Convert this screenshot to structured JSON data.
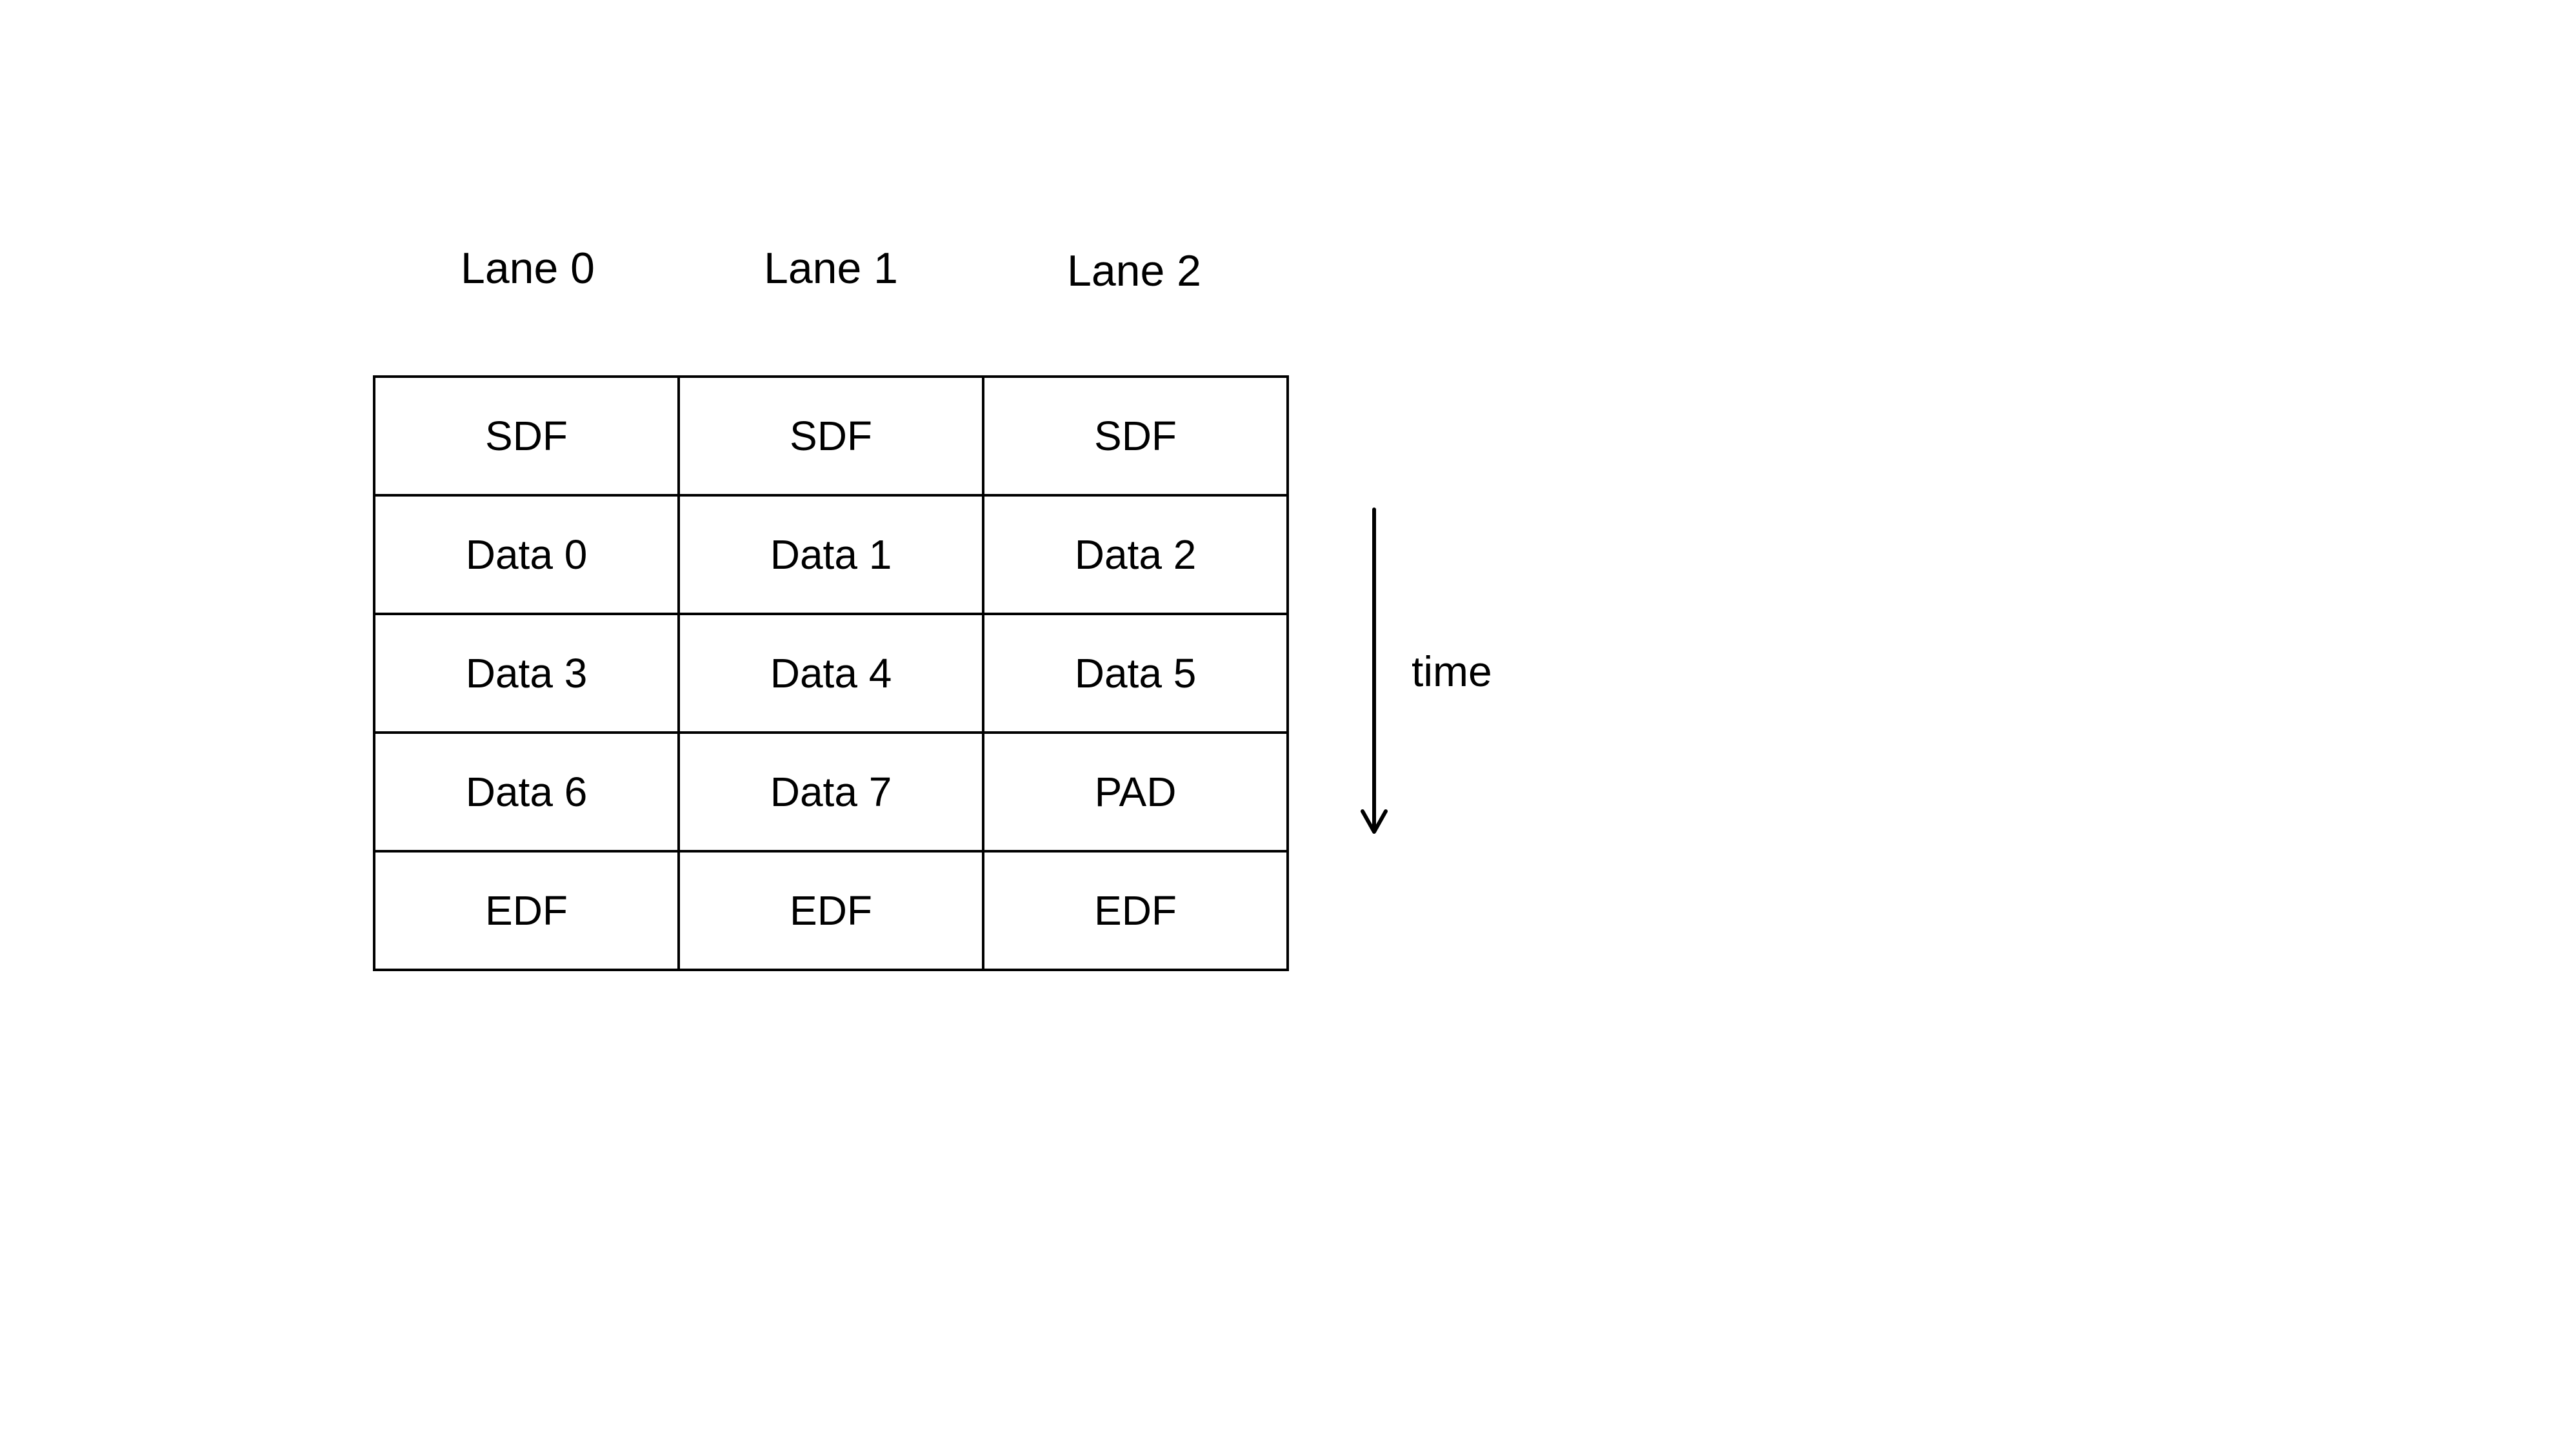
{
  "lanes": [
    "Lane 0",
    "Lane 1",
    "Lane 2"
  ],
  "rows": [
    [
      "SDF",
      "SDF",
      "SDF"
    ],
    [
      "Data 0",
      "Data 1",
      "Data 2"
    ],
    [
      "Data 3",
      "Data 4",
      "Data 5"
    ],
    [
      "Data 6",
      "Data 7",
      "PAD"
    ],
    [
      "EDF",
      "EDF",
      "EDF"
    ]
  ],
  "time_label": "time",
  "colors": {
    "line": "#000000",
    "background": "#ffffff"
  }
}
